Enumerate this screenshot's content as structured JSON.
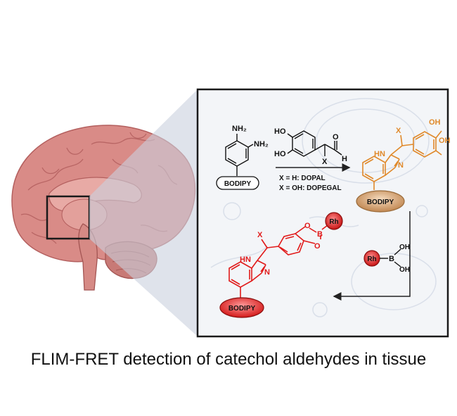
{
  "caption": "FLIM-FRET detection of catechol aldehydes in tissue",
  "colors": {
    "box_border": "#1a1a1a",
    "box_fill": "#f3f5f8",
    "zoom_wedge": "#c9d0dd",
    "brain": "#d98b87",
    "brain_dark": "#b35f5e",
    "orange_product": "#e0892a",
    "red_product": "#e11a1a",
    "bodipy_orange": "#c9935a",
    "bodipy_red": "#e32626",
    "rh_red": "#d91f1f"
  },
  "reactant": {
    "nh2_top": "NH₂",
    "nh2_right": "NH₂",
    "bodipy": "BODIPY"
  },
  "aldehyde": {
    "ho_top": "HO",
    "ho_bottom": "HO",
    "o": "O",
    "h": "H",
    "x": "X"
  },
  "conditions": {
    "line1": "X = H: DOPAL",
    "line2": "X = OH: DOPEGAL"
  },
  "product_orange": {
    "x": "X",
    "oh_top": "OH",
    "oh_bottom": "OH",
    "hn": "HN",
    "n": "N",
    "bodipy": "BODIPY"
  },
  "boronic": {
    "rh": "Rh",
    "b": "B",
    "oh_top": "OH",
    "oh_bottom": "OH"
  },
  "product_red": {
    "x": "X",
    "o_top": "O",
    "o_bottom": "O",
    "b": "B",
    "rh": "Rh",
    "hn": "HN",
    "n": "N",
    "bodipy": "BODIPY"
  }
}
